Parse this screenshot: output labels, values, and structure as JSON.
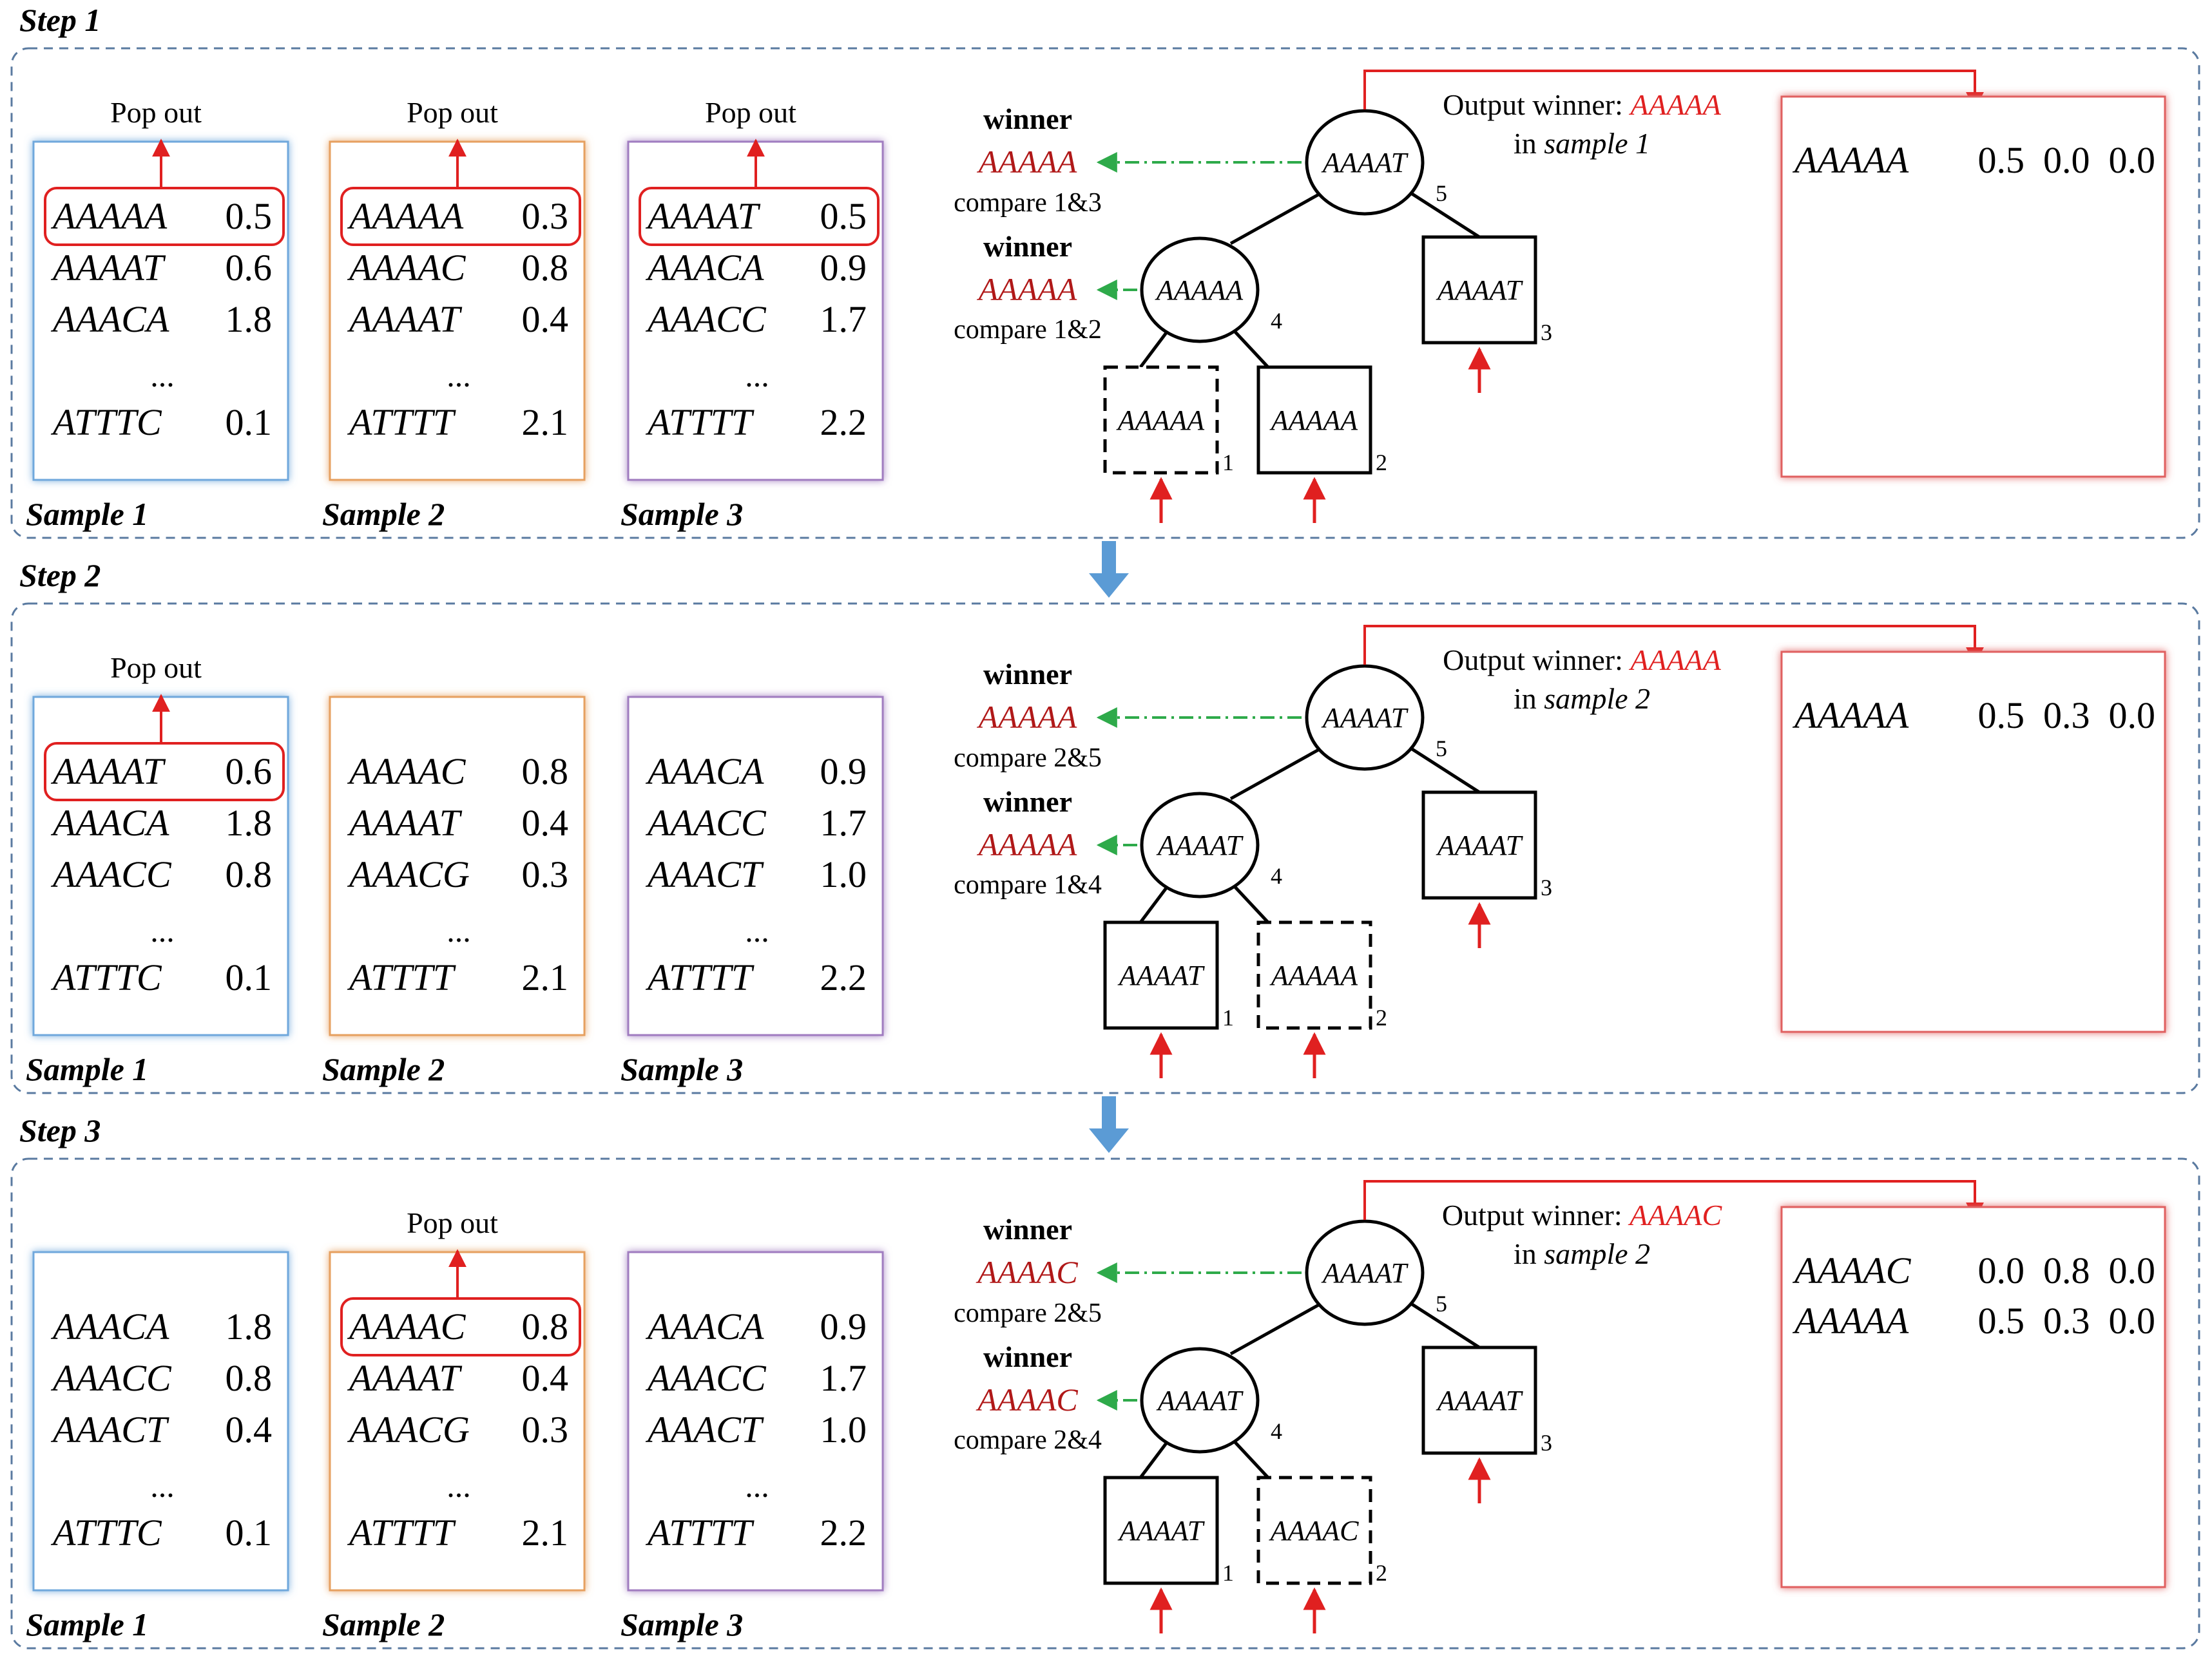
{
  "labels": {
    "pop_out": "Pop out",
    "winner": "winner",
    "output_winner_prefix": "Output winner: ",
    "in_word": "in ",
    "ellipsis": "..."
  },
  "colors": {
    "frame_dash": "#5a7aa0",
    "step_arrow": "#5b9bd5",
    "red": "#e02020",
    "dark_red": "#b01818",
    "green": "#2eaa4a",
    "sample1": "#6fa8dc",
    "sample2": "#e6a060",
    "sample3": "#a07cc0",
    "output": "#e06060"
  },
  "steps": [
    {
      "title": "Step 1",
      "samples": [
        {
          "label": "Sample 1",
          "popped": true,
          "rows": [
            {
              "seq": "AAAAA",
              "val": "0.5"
            },
            {
              "seq": "AAAAT",
              "val": "0.6"
            },
            {
              "seq": "AAACA",
              "val": "1.8"
            },
            {
              "seq": "...",
              "val": ""
            },
            {
              "seq": "ATTTC",
              "val": "0.1"
            }
          ]
        },
        {
          "label": "Sample 2",
          "popped": true,
          "rows": [
            {
              "seq": "AAAAA",
              "val": "0.3"
            },
            {
              "seq": "AAAAC",
              "val": "0.8"
            },
            {
              "seq": "AAAAT",
              "val": "0.4"
            },
            {
              "seq": "...",
              "val": ""
            },
            {
              "seq": "ATTTT",
              "val": "2.1"
            }
          ]
        },
        {
          "label": "Sample 3",
          "popped": true,
          "rows": [
            {
              "seq": "AAAAT",
              "val": "0.5"
            },
            {
              "seq": "AAACA",
              "val": "0.9"
            },
            {
              "seq": "AAACC",
              "val": "1.7"
            },
            {
              "seq": "...",
              "val": ""
            },
            {
              "seq": "ATTTT",
              "val": "2.2"
            }
          ]
        }
      ],
      "winner_top": {
        "seq": "AAAAA",
        "compare": "compare 1&3"
      },
      "winner_mid": {
        "seq": "AAAAA",
        "compare": "compare 1&2"
      },
      "tree": {
        "node5": "AAAAT",
        "node4": "AAAAA",
        "leaf3": "AAAAT",
        "leaf1": "AAAAA",
        "leaf2": "AAAAA",
        "dashed_leaf": 1,
        "num5": "5",
        "num4": "4",
        "num3": "3",
        "num1": "1",
        "num2": "2"
      },
      "output_winner": "AAAAA",
      "output_sample": "sample 1",
      "output_rows": [
        {
          "seq": "AAAAA",
          "vals": "0.5  0.0  0.0"
        }
      ]
    },
    {
      "title": "Step 2",
      "samples": [
        {
          "label": "Sample 1",
          "popped": true,
          "rows": [
            {
              "seq": "AAAAT",
              "val": "0.6"
            },
            {
              "seq": "AAACA",
              "val": "1.8"
            },
            {
              "seq": "AAACC",
              "val": "0.8"
            },
            {
              "seq": "...",
              "val": ""
            },
            {
              "seq": "ATTTC",
              "val": "0.1"
            }
          ]
        },
        {
          "label": "Sample 2",
          "popped": false,
          "rows": [
            {
              "seq": "AAAAC",
              "val": "0.8"
            },
            {
              "seq": "AAAAT",
              "val": "0.4"
            },
            {
              "seq": "AAACG",
              "val": "0.3"
            },
            {
              "seq": "...",
              "val": ""
            },
            {
              "seq": "ATTTT",
              "val": "2.1"
            }
          ]
        },
        {
          "label": "Sample 3",
          "popped": false,
          "rows": [
            {
              "seq": "AAACA",
              "val": "0.9"
            },
            {
              "seq": "AAACC",
              "val": "1.7"
            },
            {
              "seq": "AAACT",
              "val": "1.0"
            },
            {
              "seq": "...",
              "val": ""
            },
            {
              "seq": "ATTTT",
              "val": "2.2"
            }
          ]
        }
      ],
      "winner_top": {
        "seq": "AAAAA",
        "compare": "compare 2&5"
      },
      "winner_mid": {
        "seq": "AAAAA",
        "compare": "compare 1&4"
      },
      "tree": {
        "node5": "AAAAT",
        "node4": "AAAAT",
        "leaf3": "AAAAT",
        "leaf1": "AAAAT",
        "leaf2": "AAAAA",
        "dashed_leaf": 2,
        "num5": "5",
        "num4": "4",
        "num3": "3",
        "num1": "1",
        "num2": "2"
      },
      "output_winner": "AAAAA",
      "output_sample": "sample 2",
      "output_rows": [
        {
          "seq": "AAAAA",
          "vals": "0.5  0.3  0.0"
        }
      ]
    },
    {
      "title": "Step 3",
      "samples": [
        {
          "label": "Sample 1",
          "popped": false,
          "rows": [
            {
              "seq": "AAACA",
              "val": "1.8"
            },
            {
              "seq": "AAACC",
              "val": "0.8"
            },
            {
              "seq": "AAACT",
              "val": "0.4"
            },
            {
              "seq": "...",
              "val": ""
            },
            {
              "seq": "ATTTC",
              "val": "0.1"
            }
          ]
        },
        {
          "label": "Sample 2",
          "popped": true,
          "rows": [
            {
              "seq": "AAAAC",
              "val": "0.8"
            },
            {
              "seq": "AAAAT",
              "val": "0.4"
            },
            {
              "seq": "AAACG",
              "val": "0.3"
            },
            {
              "seq": "...",
              "val": ""
            },
            {
              "seq": "ATTTT",
              "val": "2.1"
            }
          ]
        },
        {
          "label": "Sample 3",
          "popped": false,
          "rows": [
            {
              "seq": "AAACA",
              "val": "0.9"
            },
            {
              "seq": "AAACC",
              "val": "1.7"
            },
            {
              "seq": "AAACT",
              "val": "1.0"
            },
            {
              "seq": "...",
              "val": ""
            },
            {
              "seq": "ATTTT",
              "val": "2.2"
            }
          ]
        }
      ],
      "winner_top": {
        "seq": "AAAAC",
        "compare": "compare 2&5"
      },
      "winner_mid": {
        "seq": "AAAAC",
        "compare": "compare 2&4"
      },
      "tree": {
        "node5": "AAAAT",
        "node4": "AAAAT",
        "leaf3": "AAAAT",
        "leaf1": "AAAAT",
        "leaf2": "AAAAC",
        "dashed_leaf": 2,
        "num5": "5",
        "num4": "4",
        "num3": "3",
        "num1": "1",
        "num2": "2"
      },
      "output_winner": "AAAAC",
      "output_sample": "sample 2",
      "output_rows": [
        {
          "seq": "AAAAC",
          "vals": "0.0  0.8  0.0"
        },
        {
          "seq": "AAAAA",
          "vals": "0.5  0.3  0.0"
        }
      ]
    }
  ]
}
